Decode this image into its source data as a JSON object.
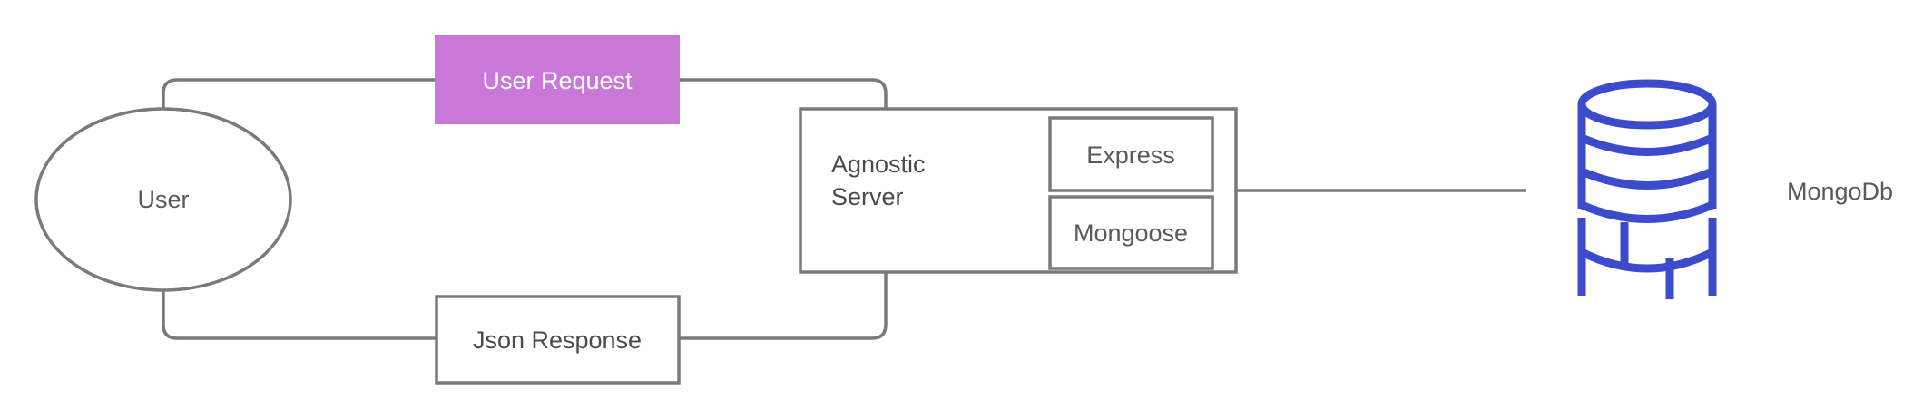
{
  "colors": {
    "accent": "#c978d8",
    "line": "#7a7a7a",
    "database": "#3b4bcc",
    "text": "#555555",
    "background": "#ffffff"
  },
  "nodes": {
    "user": "User",
    "user_request": "User Request",
    "json_response": "Json Response",
    "server_line1": "Agnostic",
    "server_line2": "Server",
    "express": "Express",
    "mongoose": "Mongoose",
    "database": "MongoDb"
  },
  "icons": {
    "database": "database-icon"
  }
}
